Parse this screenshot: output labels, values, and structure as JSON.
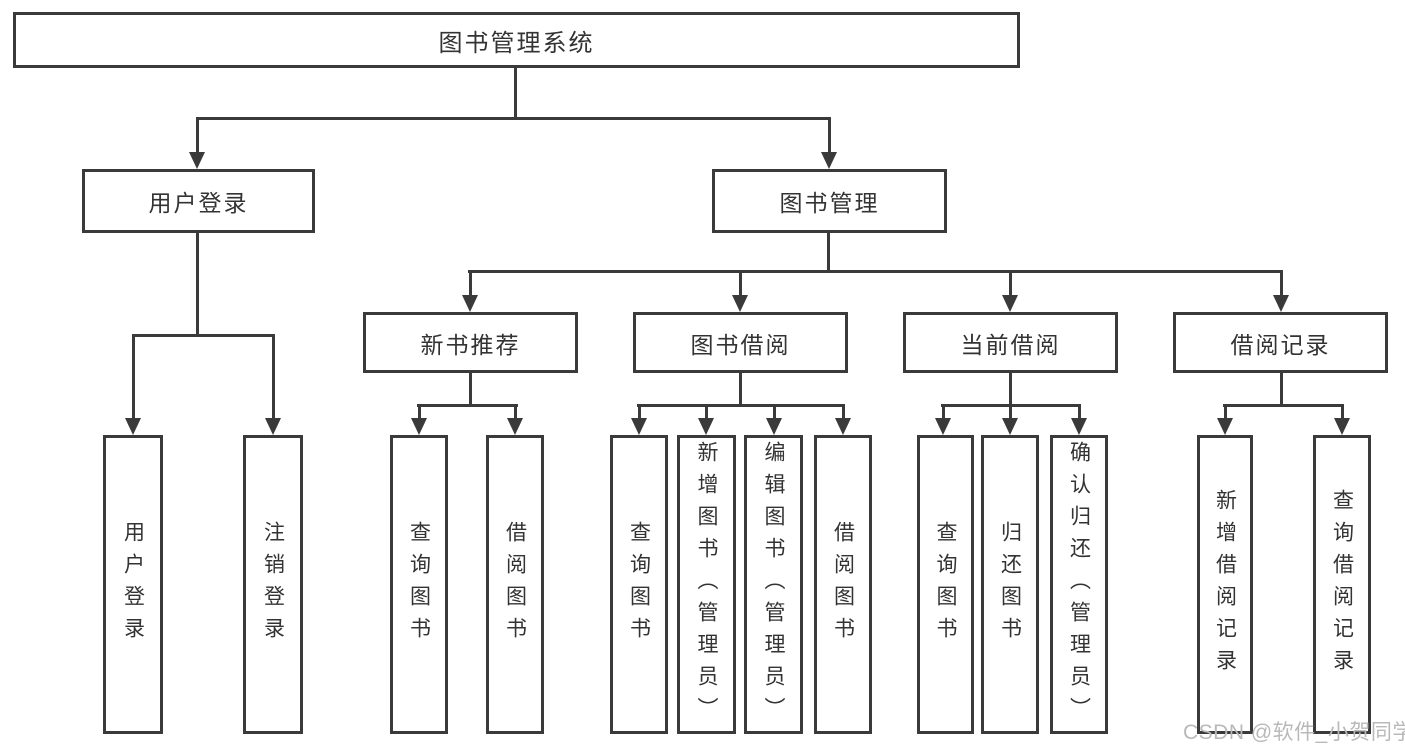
{
  "nodes": {
    "root": "图书管理系统",
    "level2": [
      "用户登录",
      "图书管理"
    ],
    "level3": [
      "新书推荐",
      "图书借阅",
      "当前借阅",
      "借阅记录"
    ],
    "leaves": {
      "login": [
        "用户登录",
        "注销登录"
      ],
      "newbook": [
        "查询图书",
        "借阅图书"
      ],
      "borrow": [
        "查询图书",
        "新增图书（管理员）",
        "编辑图书（管理员）",
        "借阅图书"
      ],
      "current": [
        "查询图书",
        "归还图书",
        "确认归还（管理员）"
      ],
      "records": [
        "新增借阅记录",
        "查询借阅记录"
      ]
    }
  },
  "watermark": "CSDN @软件_小贺同学",
  "colors": {
    "line": "#3a3a3a",
    "text": "#333333",
    "background": "#ffffff",
    "watermark": "#b9b9b9"
  }
}
